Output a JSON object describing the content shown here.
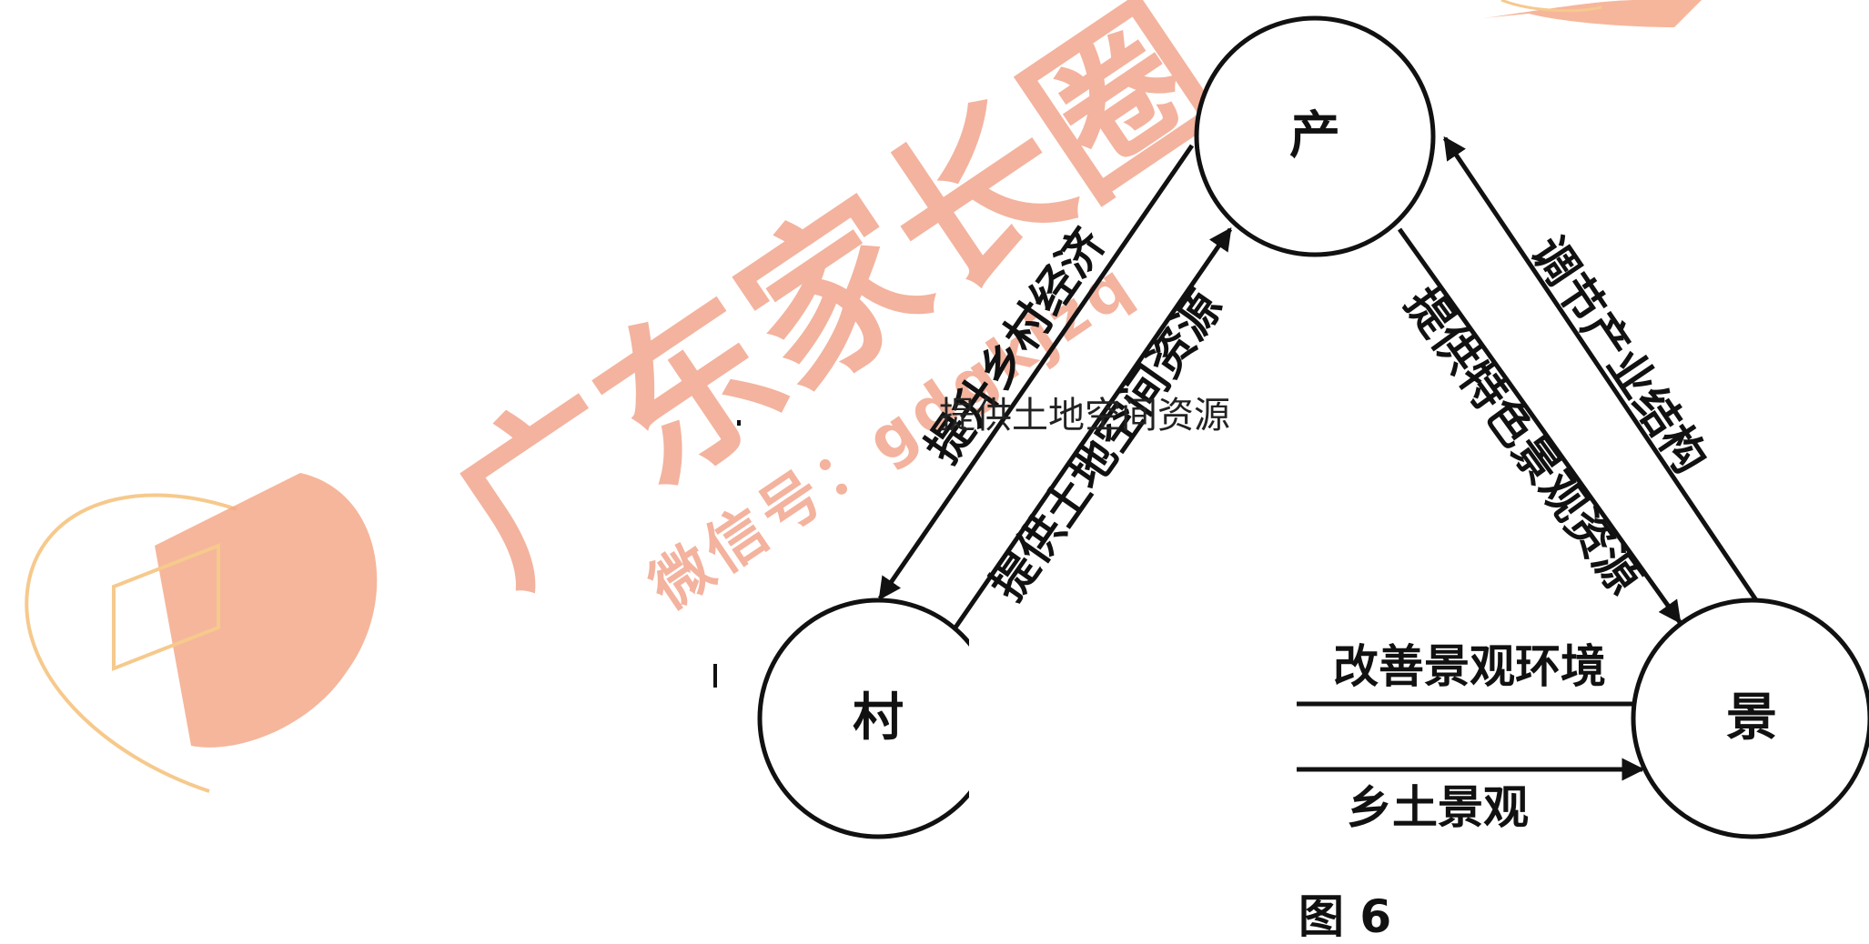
{
  "diagram": {
    "nodes": {
      "top": "产",
      "left": "村",
      "right": "景"
    },
    "edges": {
      "left_outer": "提升乡村经济",
      "left_inner": "提供土地空间资源",
      "right_inner": "提供特色景观资源",
      "right_outer": "调节产业结构",
      "bottom_upper": "改善景观环境",
      "bottom_lower": "乡土景观"
    },
    "overlay_label": "提供土地空间资源",
    "caption": "图 6",
    "colors": {
      "line": "#111111",
      "watermark": "#f2a68e",
      "watermark_outline": "#f6c98c"
    }
  },
  "watermark": {
    "title": "广东家长圈",
    "subtitle": "微信号：gdgkjzq"
  }
}
